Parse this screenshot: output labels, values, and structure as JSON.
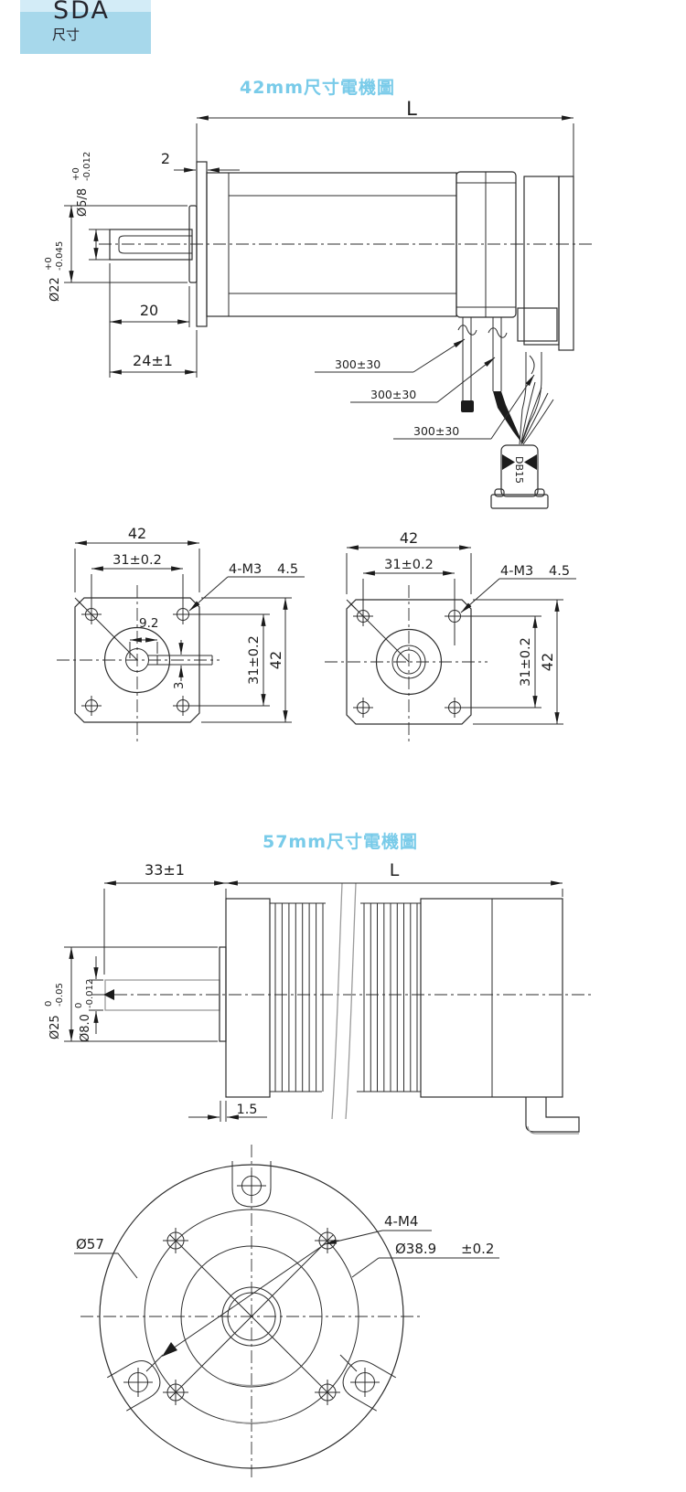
{
  "header": {
    "product": "SDA",
    "subtitle": "尺寸"
  },
  "titles": {
    "s42": "42mm尺寸電機圖",
    "s57": "57mm尺寸電機圖"
  },
  "colors": {
    "accent": "#79cbe9",
    "header_bg": "#a7d8eb",
    "header_bg_top": "#d3ecf7",
    "line": "#2d2d2d",
    "gray": "#9b9b9b",
    "text": "#1f1f1f"
  },
  "d42side": {
    "len": "L",
    "plate": "2",
    "shaft_dia": "Ø5/8",
    "shaft_tol_up": "+0",
    "shaft_tol_dn": "-0.012",
    "boss_dia": "Ø22",
    "boss_tol_up": "+0",
    "boss_tol_dn": "-0.045",
    "shaft_len": "20",
    "shaft_total": "24±1",
    "cable1": "300±30",
    "cable2": "300±30",
    "cable3": "300±30",
    "connector": "DB15"
  },
  "d42frontL": {
    "width": "42",
    "pitch": "31±0.2",
    "holes": "4-M3",
    "chamfer": "4.5",
    "key_w": "9.2",
    "key_d": "3",
    "pitch_v": "31±0.2",
    "height": "42"
  },
  "d42frontR": {
    "width": "42",
    "pitch": "31±0.2",
    "holes": "4-M3",
    "chamfer": "4.5",
    "pitch_v": "31±0.2",
    "height": "42"
  },
  "d57side": {
    "front_len": "33±1",
    "len": "L",
    "boss_dia": "Ø25",
    "boss_tol_up": "0",
    "boss_tol_dn": "-0.05",
    "shaft_dia": "Ø8.0",
    "shaft_tol_up": "0",
    "shaft_tol_dn": "-0.012",
    "boss_depth": "1.5"
  },
  "d57front": {
    "outer_dia": "Ø57",
    "holes": "4-M4",
    "bolt_circle": "Ø38.9",
    "bolt_tol": "±0.2"
  }
}
